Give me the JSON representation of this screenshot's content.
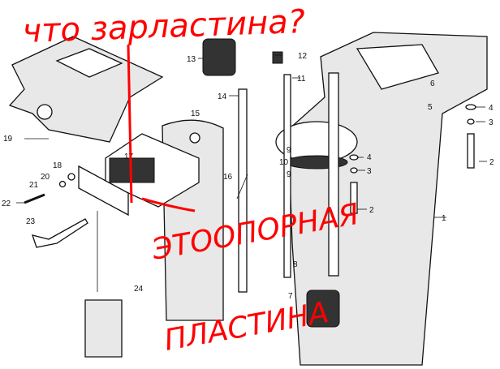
{
  "diagram": {
    "part_labels": [
      "1",
      "2",
      "2",
      "3",
      "3",
      "4",
      "4",
      "5",
      "6",
      "7",
      "8",
      "9",
      "9",
      "10",
      "11",
      "12",
      "13",
      "14",
      "15",
      "16",
      "17",
      "18",
      "19",
      "20",
      "21",
      "22",
      "23",
      "24"
    ]
  },
  "annotations": {
    "question": "что зарластина?",
    "answer_line1": "ЭТООПОРНАЯ",
    "answer_line2": "ПЛАСТИНА",
    "color": "#ff0000"
  }
}
